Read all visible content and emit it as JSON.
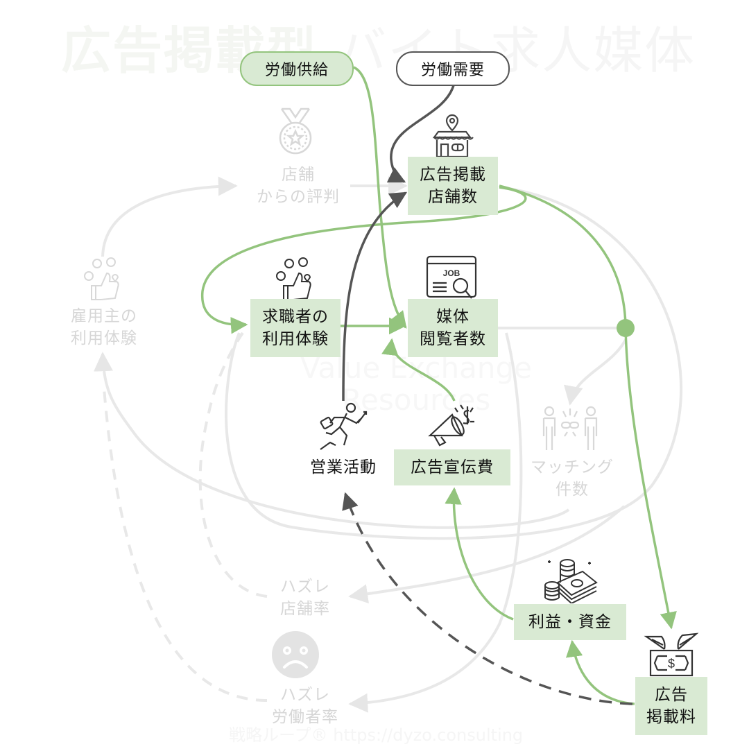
{
  "title": {
    "part1": "広告掲載型",
    "part2": "バイト求人媒体"
  },
  "watermark": {
    "line1": "Value Exchange",
    "line2": "Resources"
  },
  "footer": "戦略ループ® https://dyzo.consulting",
  "colors": {
    "green": "#93c47d",
    "green_fill": "#d9ead3",
    "dark": "#555555",
    "faint": "#e8e8e8",
    "faint_text": "#d6d6d6"
  },
  "nodes": {
    "labor_supply": "労働供給",
    "labor_demand": "労働需要",
    "ad_stores": "広告掲載\n店舗数",
    "store_reputation": "店舗\nからの評判",
    "employer_experience": "雇用主の\n利用体験",
    "seeker_experience": "求職者の\n利用体験",
    "media_viewers": "媒体\n閲覧者数",
    "sales_activity": "営業活動",
    "ad_spend": "広告宣伝費",
    "matching_count": "マッチング\n件数",
    "miss_store_rate": "ハズレ\n店舗率",
    "miss_worker_rate": "ハズレ\n労働者率",
    "profit_funds": "利益・資金",
    "ad_fee": "広告\n掲載料"
  },
  "icons": {
    "ad_stores": "store-location-icon",
    "store_reputation": "medal-icon",
    "employer_experience": "feedback-thumbs-up-icon",
    "seeker_experience": "feedback-thumbs-up-icon",
    "media_viewers": "job-search-icon",
    "sales_activity": "running-businessman-icon",
    "ad_spend": "megaphone-money-icon",
    "matching_count": "people-link-icon",
    "miss": "sad-face-icon",
    "profit_funds": "money-stack-icon",
    "ad_fee": "flying-money-icon"
  },
  "edges": [
    {
      "from": "labor_supply",
      "to": "media_viewers",
      "style": "green"
    },
    {
      "from": "labor_demand",
      "to": "ad_stores",
      "style": "dark"
    },
    {
      "from": "sales_activity",
      "to": "ad_stores",
      "style": "dark"
    },
    {
      "from": "ad_stores",
      "to": "seeker_experience",
      "style": "green"
    },
    {
      "from": "seeker_experience",
      "to": "media_viewers",
      "style": "green"
    },
    {
      "from": "ad_spend",
      "to": "media_viewers",
      "style": "green"
    },
    {
      "from": "ad_stores",
      "to": "ad_fee",
      "style": "green"
    },
    {
      "from": "ad_fee",
      "to": "profit_funds",
      "style": "green"
    },
    {
      "from": "profit_funds",
      "to": "ad_spend",
      "style": "green"
    },
    {
      "from": "ad_fee",
      "to": "sales_activity",
      "style": "dark-dashed"
    },
    {
      "from": "store_reputation",
      "to": "ad_stores",
      "style": "faint"
    },
    {
      "from": "employer_experience",
      "to": "store_reputation",
      "style": "faint"
    },
    {
      "from": "media_viewers",
      "to": "matching_count",
      "style": "faint"
    },
    {
      "from": "matching_count",
      "to": "employer_experience",
      "style": "faint"
    },
    {
      "from": "miss_store_rate",
      "to": "seeker_experience",
      "style": "faint-dashed"
    },
    {
      "from": "miss_worker_rate",
      "to": "employer_experience",
      "style": "faint-dashed"
    }
  ]
}
